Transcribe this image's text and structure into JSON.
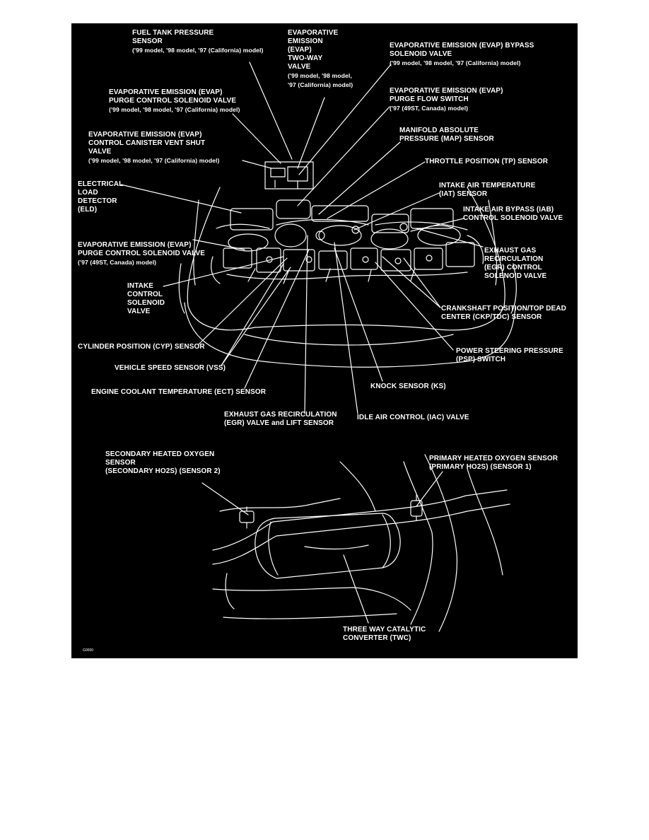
{
  "labels": {
    "fuel_tank": {
      "title": "FUEL TANK PRESSURE\nSENSOR",
      "sub": "('99 model, '98 model, '97 (California) model)"
    },
    "evap_two_way": {
      "title": "EVAPORATIVE\nEMISSION\n(EVAP)\nTWO-WAY\nVALVE",
      "sub": "('99 model, '98 model,\n'97 (California) model)"
    },
    "evap_bypass": {
      "title": "EVAPORATIVE EMISSION (EVAP) BYPASS\nSOLENOID VALVE",
      "sub": "('99 model, '98 model, '97 (California) model)"
    },
    "evap_purge_control": {
      "title": "EVAPORATIVE EMISSION (EVAP)\nPURGE CONTROL SOLENOID VALVE",
      "sub": "('99 model, '98 model, '97 (California) model)"
    },
    "evap_purge_flow": {
      "title": "EVAPORATIVE EMISSION (EVAP)\nPURGE FLOW SWITCH",
      "sub": "('97 (49ST, Canada) model)"
    },
    "evap_canister_vent": {
      "title": "EVAPORATIVE EMISSION (EVAP)\nCONTROL CANISTER VENT SHUT\nVALVE",
      "sub": "('99 model, '98 model, '97 (California) model)"
    },
    "map_sensor": {
      "title": "MANIFOLD ABSOLUTE\nPRESSURE (MAP) SENSOR"
    },
    "tp_sensor": {
      "title": "THROTTLE POSITION (TP) SENSOR"
    },
    "eld": {
      "title": "ELECTRICAL\nLOAD\nDETECTOR\n(ELD)"
    },
    "iat_sensor": {
      "title": "INTAKE AIR TEMPERATURE\n(IAT) SENSOR"
    },
    "iab_valve": {
      "title": "INTAKE AIR BYPASS (IAB)\nCONTROL SOLENOID VALVE"
    },
    "evap_purge_control_97": {
      "title": "EVAPORATIVE EMISSION (EVAP)\nPURGE CONTROL SOLENOID VALVE",
      "sub": "('97 (49ST, Canada) model)"
    },
    "egr_control": {
      "title": "EXHAUST GAS\nRECIRCULATION\n(EGR) CONTROL\nSOLENOID VALVE"
    },
    "intake_control": {
      "title": "INTAKE\nCONTROL\nSOLENOID\nVALVE"
    },
    "ckp_tdc": {
      "title": "CRANKSHAFT POSITION/TOP DEAD\nCENTER (CKP/TDC) SENSOR"
    },
    "cyp_sensor": {
      "title": "CYLINDER POSITION (CYP) SENSOR"
    },
    "psp_switch": {
      "title": "POWER STEERING PRESSURE\n(PSP) SWITCH"
    },
    "vss": {
      "title": "VEHICLE SPEED SENSOR (VSS)"
    },
    "knock_sensor": {
      "title": "KNOCK SENSOR (KS)"
    },
    "ect_sensor": {
      "title": "ENGINE COOLANT TEMPERATURE (ECT) SENSOR"
    },
    "egr_valve": {
      "title": "EXHAUST GAS RECIRCULATION\n(EGR) VALVE and LIFT SENSOR"
    },
    "iac_valve": {
      "title": "IDLE AIR CONTROL (IAC) VALVE"
    },
    "secondary_ho2s": {
      "title": "SECONDARY HEATED OXYGEN\nSENSOR\n(SECONDARY HO2S) (SENSOR 2)"
    },
    "primary_ho2s": {
      "title": "PRIMARY HEATED OXYGEN SENSOR\n(PRIMARY HO2S) (SENSOR 1)"
    },
    "twc": {
      "title": "THREE WAY CATALYTIC\nCONVERTER (TWC)"
    }
  },
  "figure_code": "G0000",
  "colors": {
    "background": "#000000",
    "ink": "#ffffff",
    "page": "#ffffff"
  }
}
